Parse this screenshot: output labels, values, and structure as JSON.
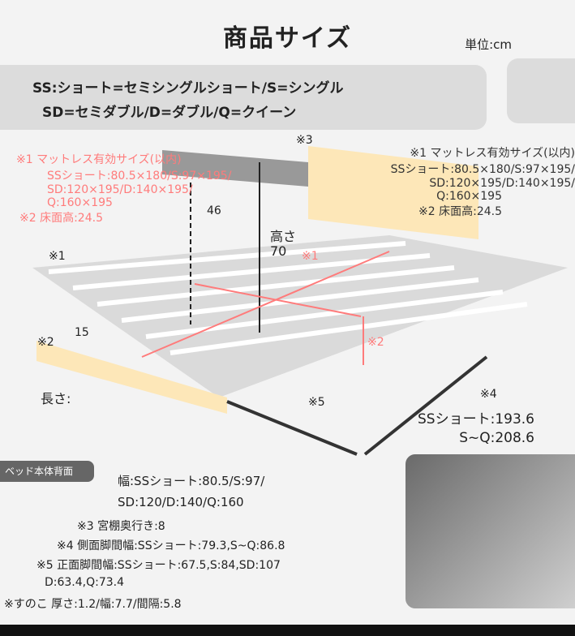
{
  "header": {
    "title": "商品サイズ",
    "unit": "単位:cm"
  },
  "banner": {
    "line1": "SS:ショート=セミシングルショート/S=シングル",
    "line2": "SD=セミダブル/D=ダブル/Q=クイーン"
  },
  "mattress_note": {
    "l1": "※1 マットレス有効サイズ(以内)",
    "l2": "SSショート:80.5×180/S:97×195/",
    "l3": "SD:120×195/D:140×195/",
    "l4": "Q:160×195",
    "l5": "※2 床面高:24.5"
  },
  "dims": {
    "m3": "※3",
    "d46": "46",
    "height_label": "高さ",
    "height": "70",
    "m1": "※1",
    "m1b": "※1",
    "d15": "15",
    "m2": "※2",
    "m5": "※5",
    "m4": "※4",
    "length_label": "長さ:",
    "length1": "SSショート:193.6",
    "length2": "S~Q:208.6"
  },
  "back": {
    "label": "ベッド本体背面"
  },
  "bottom_notes": {
    "w1": "幅:SSショート:80.5/S:97/",
    "w2": "SD:120/D:140/Q:160",
    "n3": "※3 宮棚奥行き:8",
    "n4": "※4 側面脚間幅:SSショート:79.3,S~Q:86.8",
    "n5": "※5 正面脚間幅:SSショート:67.5,S:84,SD:107",
    "n5b": "D:63.4,Q:73.4",
    "n6": "※すのこ 厚さ:1.2/幅:7.7/間隔:5.8"
  },
  "colors": {
    "accent": "#ff7b7b",
    "wood": "#fde7b8",
    "frame": "#3a3330"
  }
}
